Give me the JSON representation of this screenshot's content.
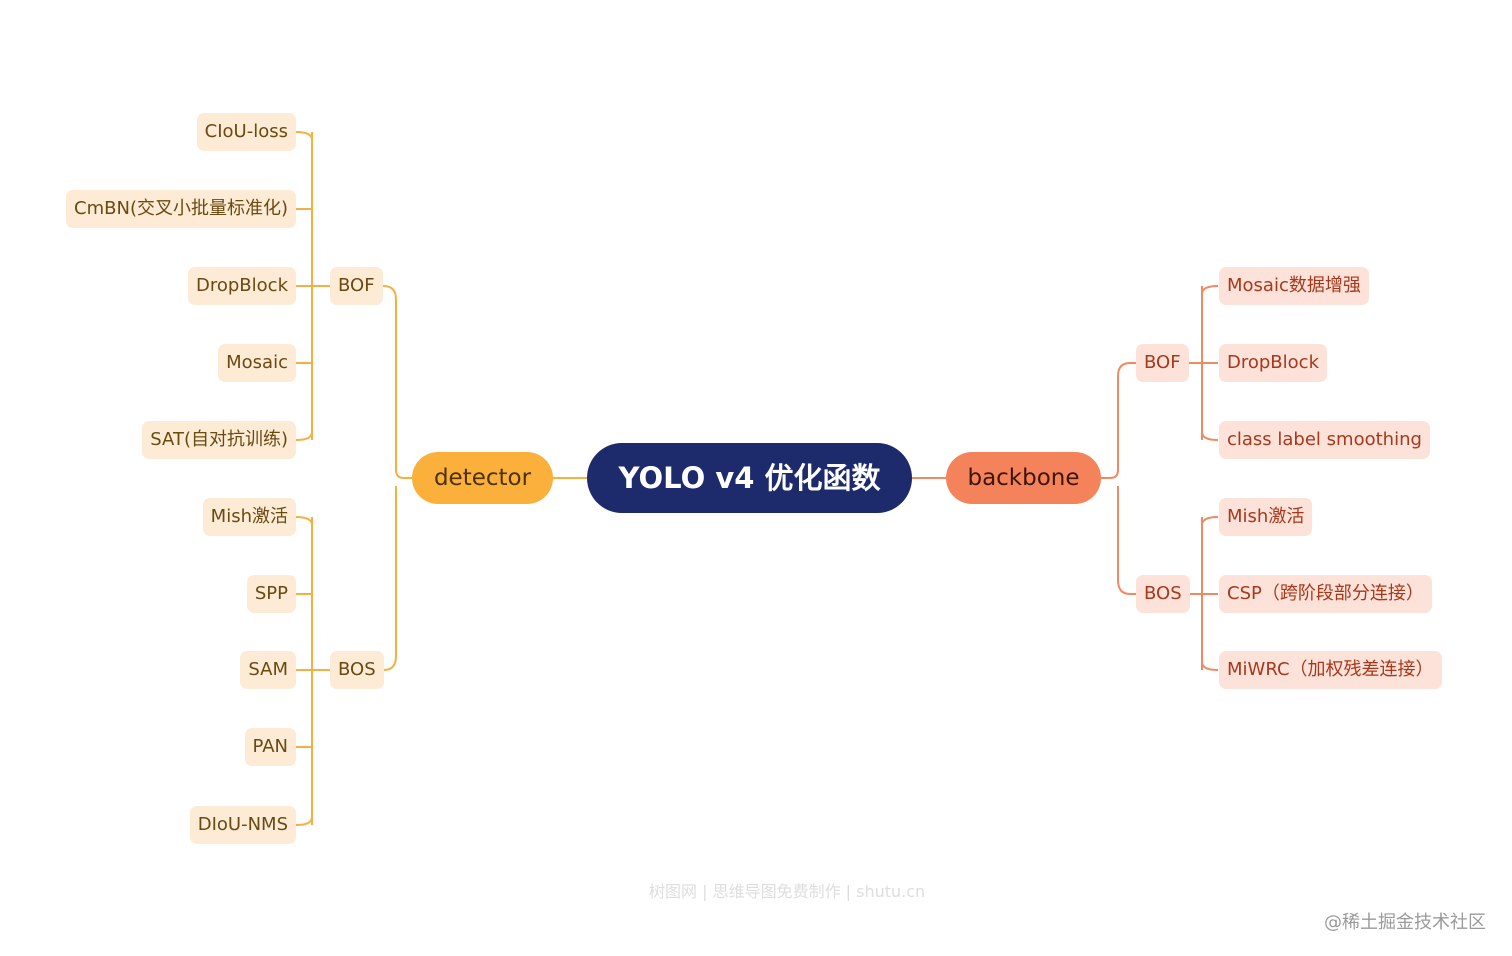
{
  "root": {
    "label": "YOLO v4 优化函数"
  },
  "detector": {
    "label": "detector",
    "bof": {
      "label": "BOF",
      "items": [
        "CIoU-loss",
        "CmBN(交叉小批量标准化)",
        "DropBlock",
        "Mosaic",
        "SAT(自对抗训练)"
      ]
    },
    "bos": {
      "label": "BOS",
      "items": [
        "Mish激活",
        "SPP",
        "SAM",
        "PAN",
        "DIoU-NMS"
      ]
    }
  },
  "backbone": {
    "label": "backbone",
    "bof": {
      "label": "BOF",
      "items": [
        "Mosaic数据增强",
        "DropBlock",
        "class label smoothing"
      ]
    },
    "bos": {
      "label": "BOS",
      "items": [
        "Mish激活",
        "CSP（跨阶段部分连接）",
        "MiWRC（加权残差连接）"
      ]
    }
  },
  "footer": {
    "watermark": "树图网 | 思维导图免费制作 | shutu.cn",
    "credit": "@稀土掘金技术社区"
  },
  "colors": {
    "root": "#1d2a6b",
    "detector": "#fbb03b",
    "backbone": "#f4835c",
    "left_leaf_bg": "#fdebd5",
    "right_leaf_bg": "#fde2da"
  }
}
